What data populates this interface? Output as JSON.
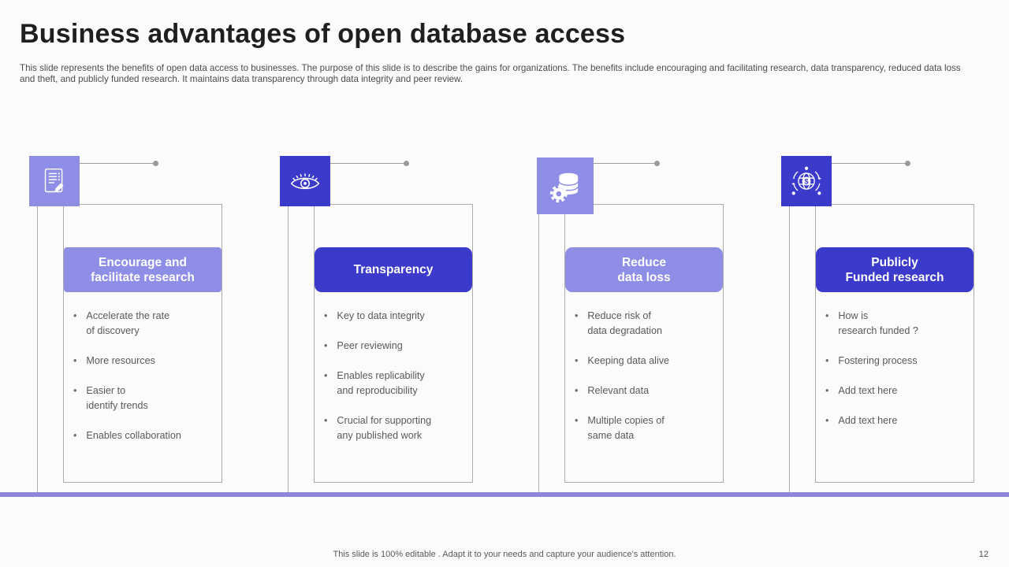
{
  "slide": {
    "title": "Business advantages of open database access",
    "description": "This slide represents the benefits of open data access to businesses. The purpose of this slide is to describe the gains for organizations. The benefits include encouraging and facilitating research, data transparency, reduced data loss and theft, and publicly funded research. It maintains data transparency through data integrity and peer review.",
    "footer": "This slide is 100% editable . Adapt it to your needs and capture your audience's attention.",
    "page_number": "12"
  },
  "colors": {
    "accent_light": "#8e8ee6",
    "accent_dark": "#3b3acb",
    "divider": "#8d86da",
    "outline_gray": "#ababab",
    "text_gray": "#595959"
  },
  "columns": [
    {
      "icon": "document-pencil-icon",
      "header": "Encourage and\nfacilitate research",
      "bullets": [
        "Accelerate the rate\nof discovery",
        "More resources",
        "Easier to\nidentify trends",
        "Enables collaboration"
      ]
    },
    {
      "icon": "eye-icon",
      "header": "Transparency",
      "bullets": [
        "Key to data integrity",
        "Peer reviewing",
        "Enables replicability\nand reproducibility",
        "Crucial for supporting\nany published work"
      ]
    },
    {
      "icon": "database-gear-icon",
      "header": "Reduce\ndata loss",
      "bullets": [
        "Reduce risk of\ndata degradation",
        "Keeping data alive",
        "Relevant data",
        "Multiple copies of\nsame data"
      ]
    },
    {
      "icon": "globe-finance-icon",
      "header": "Publicly\nFunded research",
      "bullets": [
        "How is\nresearch funded ?",
        "Fostering process",
        "Add text here",
        "Add text here"
      ]
    }
  ]
}
